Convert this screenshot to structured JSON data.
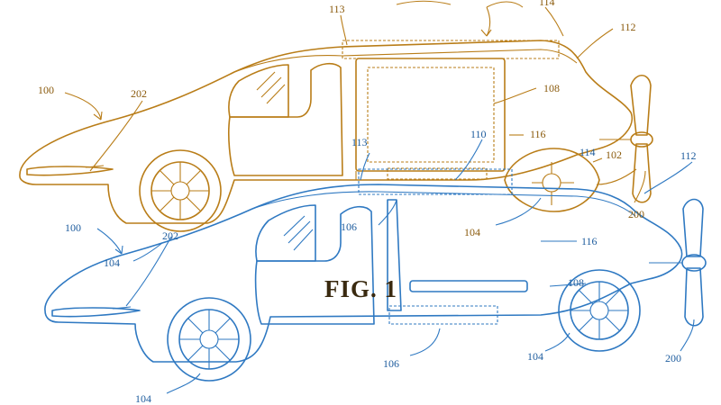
{
  "figure": {
    "caption": "FIG. 1",
    "colors": {
      "top_vehicle": "#b97d18",
      "bottom_vehicle": "#2f79c2",
      "background": "#ffffff"
    },
    "top_labels": {
      "l100": "100",
      "l202": "202",
      "l113a": "113",
      "l114": "114",
      "l112": "112",
      "l108": "108",
      "l110": "110",
      "l116": "116",
      "l113b": "113",
      "l114b": "114",
      "l102": "102",
      "l106": "106",
      "l104": "104",
      "l200": "200"
    },
    "bottom_labels": {
      "l112": "112",
      "l100": "100",
      "l202": "202",
      "l104a": "104",
      "l116": "116",
      "l108": "108",
      "l106": "106",
      "l104b": "104",
      "l200": "200",
      "l104c": "104"
    }
  }
}
